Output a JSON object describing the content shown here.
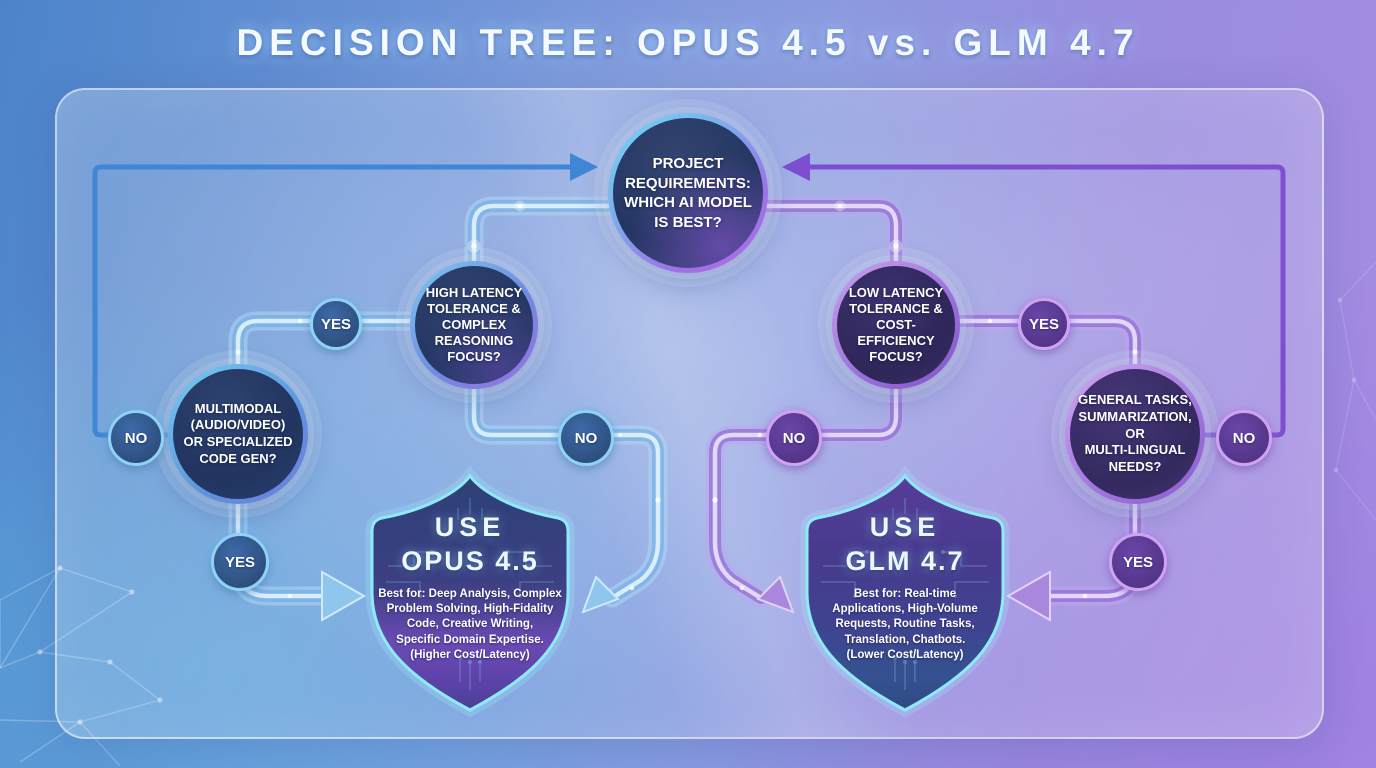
{
  "title": "DECISION TREE: OPUS 4.5 vs. GLM 4.7",
  "nodes": {
    "root": {
      "label": "PROJECT\nREQUIREMENTS:\nWHICH AI MODEL\nIS BEST?"
    },
    "high": {
      "label": "HIGH LATENCY\nTOLERANCE &\nCOMPLEX\nREASONING\nFOCUS?"
    },
    "low": {
      "label": "LOW LATENCY\nTOLERANCE &\nCOST-\nEFFICIENCY\nFOCUS?"
    },
    "multimodal": {
      "label": "MULTIMODAL\n(AUDIO/VIDEO)\nOR SPECIALIZED\nCODE GEN?"
    },
    "general": {
      "label": "GENERAL TASKS,\nSUMMARIZATION,\nOR\nMULTI-LINGUAL\nNEEDS?"
    }
  },
  "badges": {
    "hl_yes": "YES",
    "hl_no": "NO",
    "mm_no": "NO",
    "mm_yes": "YES",
    "ll_yes": "YES",
    "ll_no": "NO",
    "gt_no": "NO",
    "gt_yes": "YES"
  },
  "outcomes": {
    "opus": {
      "use_label": "USE",
      "name": "OPUS 4.5",
      "details": "Best for: Deep Analysis, Complex\nProblem Solving, High-Fidality\nCode, Creative Writing,\nSpecific Domain Expertise.\n(Higher Cost/Latency)"
    },
    "glm": {
      "use_label": "USE",
      "name": "GLM 4.7",
      "details": "Best for: Real-time\nApplications, High-Volume\nRequests, Routine Tasks,\nTranslation, Chatbots.\n(Lower Cost/Latency)"
    }
  },
  "colors": {
    "blue_branch": "#3f87d6",
    "purple_branch": "#7d4fd0",
    "cyan_glow": "#8feaf8",
    "tube_blue": "#8ec6ee",
    "tube_purple": "#a887dd"
  }
}
